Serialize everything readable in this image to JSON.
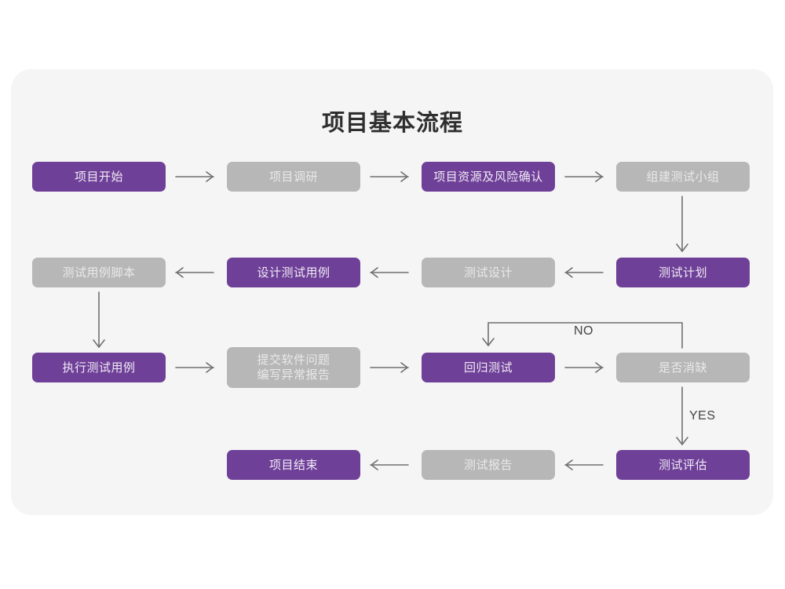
{
  "page": {
    "background": "#ffffff",
    "card_background": "#f5f5f5"
  },
  "diagram": {
    "title": "项目基本流程",
    "type": "flowchart",
    "colors": {
      "purple_fill": "#6f4098",
      "purple_text": "#f0eaf5",
      "gray_fill": "#b7b7b7",
      "gray_text": "#e9e9e9",
      "connector": "#6f6f6f",
      "label_text": "#444444"
    },
    "nodes": [
      {
        "id": "n1",
        "label": "项目开始",
        "style": "purple",
        "row": 1,
        "col": 1
      },
      {
        "id": "n2",
        "label": "项目调研",
        "style": "gray",
        "row": 1,
        "col": 2
      },
      {
        "id": "n3",
        "label": "项目资源及风险确认",
        "style": "purple",
        "row": 1,
        "col": 3
      },
      {
        "id": "n4",
        "label": "组建测试小组",
        "style": "gray",
        "row": 1,
        "col": 4
      },
      {
        "id": "n5",
        "label": "测试用例脚本",
        "style": "gray",
        "row": 2,
        "col": 1
      },
      {
        "id": "n6",
        "label": "设计测试用例",
        "style": "purple",
        "row": 2,
        "col": 2
      },
      {
        "id": "n7",
        "label": "测试设计",
        "style": "gray",
        "row": 2,
        "col": 3
      },
      {
        "id": "n8",
        "label": "测试计划",
        "style": "purple",
        "row": 2,
        "col": 4
      },
      {
        "id": "n9",
        "label": "执行测试用例",
        "style": "purple",
        "row": 3,
        "col": 1
      },
      {
        "id": "n10",
        "label": "提交软件问题\n编写异常报告",
        "style": "gray",
        "row": 3,
        "col": 2
      },
      {
        "id": "n11",
        "label": "回归测试",
        "style": "purple",
        "row": 3,
        "col": 3
      },
      {
        "id": "n12",
        "label": "是否消缺",
        "style": "gray",
        "row": 3,
        "col": 4
      },
      {
        "id": "n13",
        "label": "项目结束",
        "style": "purple",
        "row": 4,
        "col": 2
      },
      {
        "id": "n14",
        "label": "测试报告",
        "style": "gray",
        "row": 4,
        "col": 3
      },
      {
        "id": "n15",
        "label": "测试评估",
        "style": "purple",
        "row": 4,
        "col": 4
      }
    ],
    "edge_labels": {
      "no": "NO",
      "yes": "YES"
    },
    "edges": [
      {
        "from": "n1",
        "to": "n2",
        "dir": "right"
      },
      {
        "from": "n2",
        "to": "n3",
        "dir": "right"
      },
      {
        "from": "n3",
        "to": "n4",
        "dir": "right"
      },
      {
        "from": "n4",
        "to": "n8",
        "dir": "down"
      },
      {
        "from": "n8",
        "to": "n7",
        "dir": "left"
      },
      {
        "from": "n7",
        "to": "n6",
        "dir": "left"
      },
      {
        "from": "n6",
        "to": "n5",
        "dir": "left"
      },
      {
        "from": "n5",
        "to": "n9",
        "dir": "down"
      },
      {
        "from": "n9",
        "to": "n10",
        "dir": "right"
      },
      {
        "from": "n10",
        "to": "n11",
        "dir": "right"
      },
      {
        "from": "n11",
        "to": "n12",
        "dir": "right"
      },
      {
        "from": "n12",
        "to": "n11",
        "dir": "loop-up-left",
        "label": "NO"
      },
      {
        "from": "n12",
        "to": "n15",
        "dir": "down",
        "label": "YES"
      },
      {
        "from": "n15",
        "to": "n14",
        "dir": "left"
      },
      {
        "from": "n14",
        "to": "n13",
        "dir": "left"
      }
    ]
  }
}
